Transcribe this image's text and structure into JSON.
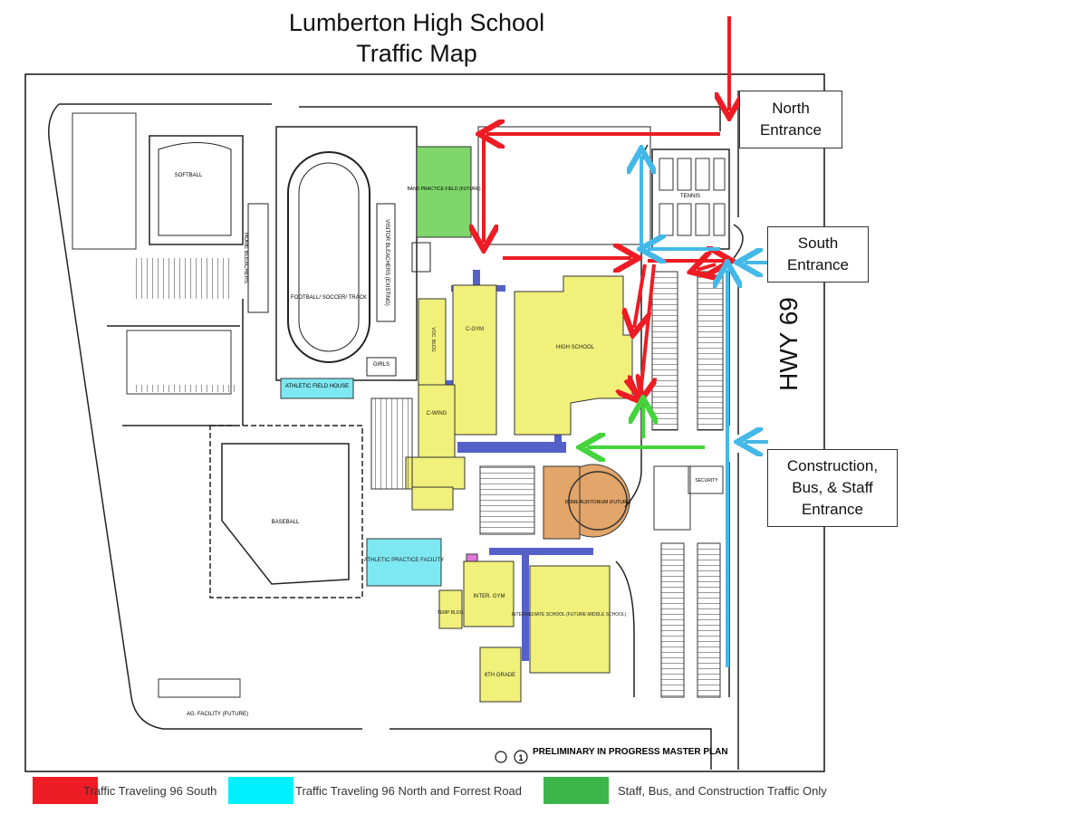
{
  "title": {
    "line1": "Lumberton High School",
    "line2": "Traffic Map"
  },
  "callouts": {
    "north": {
      "line1": "North",
      "line2": "Entrance"
    },
    "south": {
      "line1": "South",
      "line2": "Entrance"
    },
    "construction": {
      "line1": "Construction,",
      "line2": "Bus, & Staff",
      "line3": "Entrance"
    }
  },
  "highway_label": "HWY 69",
  "plan_note": "PRELIMINARY IN PROGRESS MASTER PLAN",
  "buildings": {
    "high_school": "HIGH SCHOOL",
    "c_gym": "C-GYM",
    "c_wing": "C-WING",
    "vocational": "VOC. BLDG",
    "dome": "DOME AUDITORIUM (FUTURE)",
    "intermediate": "INTERMEDIATE SCHOOL (FUTURE MIDDLE SCHOOL)",
    "intel_gym": "INTER. GYM",
    "sixth_grade": "6TH GRADE",
    "temp_bldg": "TEMP BLDG",
    "athletic_field_house": "ATHLETIC FIELD HOUSE",
    "athletic_practice": "ATHLETIC PRACTICE FACILITY",
    "band_field": "BAND PRACTICE FIELD (FUTURE)",
    "softball": "SOFTBALL",
    "baseball": "BASEBALL",
    "football": "FOOTBALL/ SOCCER/ TRACK",
    "home_bleachers": "HOME BLEACHERS",
    "visitor_bleachers": "VISITOR BLEACHERS (EXISTING)",
    "tennis": "TENNIS",
    "security": "SECURITY",
    "girls": "GIRLS",
    "ag_facility": "AG. FACILITY (FUTURE)"
  },
  "legend": {
    "items": [
      {
        "label": "Traffic Traveling 96 South",
        "color": "#ee1c24"
      },
      {
        "label": "Traffic Traveling 96 North and Forrest Road",
        "color": "#00f0ff"
      },
      {
        "label": "Staff, Bus, and Construction Traffic Only",
        "color": "#3cb54a"
      }
    ]
  },
  "colors": {
    "building": "#f0f07a",
    "field_green": "#7fd66a",
    "cyan_building": "#7ee8f2",
    "dome": "#e2a56a",
    "walkway": "#5560c8",
    "route_south": "#ee1c24",
    "route_north": "#44b8e8",
    "route_staff": "#44d43c"
  }
}
